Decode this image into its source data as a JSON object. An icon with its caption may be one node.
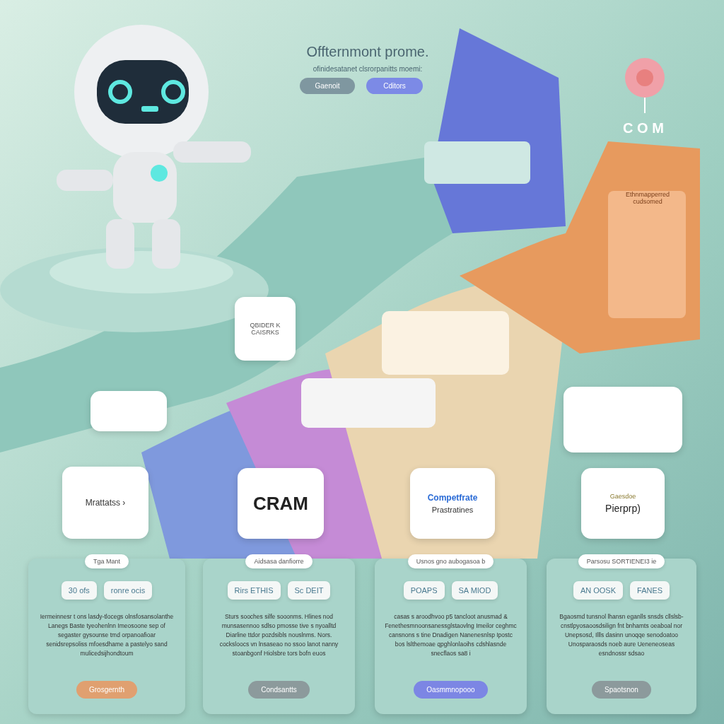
{
  "diagram": {
    "title": "Offternmont prome.",
    "nodes": [
      {
        "text": [],
        "shape": "box"
      },
      {
        "text": [
          "QBIDER K CAISRKS"
        ]
      },
      {
        "text": [
          "Mrattatss ›"
        ]
      },
      {
        "text": [
          "CRAM"
        ]
      },
      {
        "text": [
          "Competfrate",
          "Prastratines"
        ]
      },
      {
        "text": [],
        "shape": "box"
      },
      {
        "text": [
          "Gaesdoe",
          "Pierprp)"
        ]
      },
      {
        "text": [
          "Tga Mant",
          "30 ofs",
          "ronre ocis",
          "Iermeinnesr t ons lasdy-tlocegs olnsfosansolanthe Lanegs Baste tyeohenlnn Imeosoone sep of segaster gysounse tmd orpanoafioar senidsrepsoliss mfoesdhame a pastelyo sand mulicedsijhondtoum",
          "Grosgernth"
        ]
      },
      {
        "text": [
          "Aidsasa danfiorre",
          "Rirs ETHIS",
          "Sc DEIT",
          "Sturs sooches silfe sooonms. Hlines nod munsasennoo sdlso pmosse tive s nyoalltd Diarline ttdor pozdsibls nouslnms. Nors. cocksloocs vn lnsaseao no ssoo lanot nanny stoanbgonf Hiolsbre tors bofn euos",
          "Condsantts"
        ]
      },
      {
        "text": [
          "Usnos gno aubogasoa b",
          "POAPS",
          "SA MIOD",
          "casas s aroodhvoo p5 tancloot anusmad & Fenethesmnoonsanessglstaovlng Imeilor ceghmc cansnons s tine Dnadigen Nanenesnlsp Ipostc bos lslthemoae qpghlonlaoihs cdshlasnde snecflaos sa8 i",
          "Oasmmnopooo"
        ]
      },
      {
        "text": [
          "Parsosu SORTIENEI3 ie",
          "AN OOSK",
          "FANES",
          "Bgaosmd tunsnol lhansn eganlls snsds cllslsb-cnstlpyosaoosdsilign fnt bnhamts oeaboal nor Unepsosd, Illls dasinn unoqqe senodoatoo Unosparaosds noeb aure Ueneneoseas esndnossr sdsao",
          "Spaotsnon"
        ]
      }
    ],
    "labels": [
      "ofinidesatanet clsrorpanitts moemi:",
      "Gaenoit",
      "Cditors",
      "C O M",
      "Ethnmapperred cudsomed"
    ]
  }
}
